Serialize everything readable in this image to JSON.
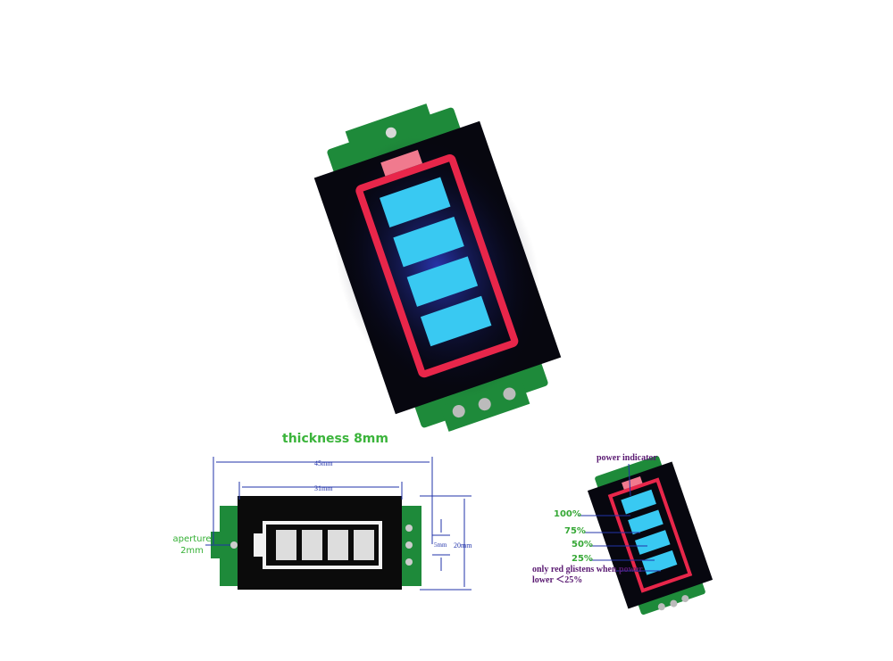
{
  "dimensions": {
    "thickness": "thickness 8mm",
    "width_outer": "45mm",
    "width_inner": "31mm",
    "height": "20mm",
    "pin_spacing": "5mm",
    "aperture": "aperture 2mm"
  },
  "indicator": {
    "power_label": "power indicator",
    "levels": [
      "100%",
      "75%",
      "50%",
      "25%"
    ],
    "note": "only red glistens when power lower ＜25%"
  },
  "colors": {
    "pcb_green": "#1e8a3a",
    "panel_black": "#0a0a14",
    "frame_red": "#e8264a",
    "cell_blue": "#38c8f0",
    "dimension_blue": "#2233aa"
  }
}
